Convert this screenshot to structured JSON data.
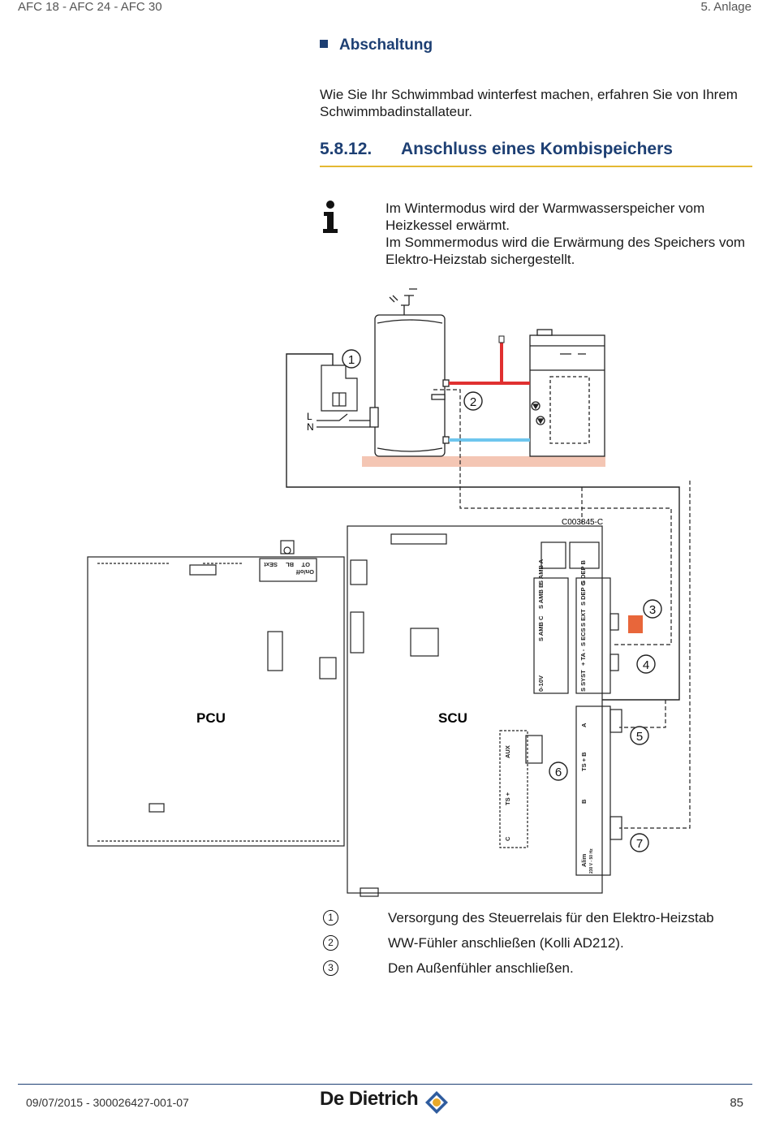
{
  "header": {
    "left": "AFC 18 - AFC 24 - AFC 30",
    "right": "5.  Anlage"
  },
  "section": {
    "title": "Abschaltung",
    "text": "Wie Sie Ihr Schwimmbad winterfest machen, erfahren Sie von Ihrem Schwimmbadinstallateur."
  },
  "subsection": {
    "number": "5.8.12.",
    "title": "Anschluss eines Kombispeichers"
  },
  "info": {
    "icon": "info-icon",
    "line1": "Im Wintermodus wird der Warmwasserspeicher vom",
    "line2": "Heizkessel erwärmt.",
    "line3": "Im Sommermodus wird die Erwärmung des Speichers vom",
    "line4": "Elektro-Heizstab sichergestellt."
  },
  "diagram": {
    "code": "C003845-C",
    "pcu": "PCU",
    "scu": "SCU",
    "label_L": "L",
    "label_N": "N",
    "callouts": [
      "1",
      "2",
      "3",
      "4",
      "5",
      "6",
      "7"
    ],
    "terminals": {
      "t010v": "0-10V",
      "samb_c": "S AMB C",
      "samb_b": "S AMB B",
      "samb_a": "S AMB A",
      "s_syst": "S SYST",
      "ta": "+ TA -",
      "s_ecs": "S ECS",
      "s_ext": "S EXT",
      "s_dep_c": "S DEP C",
      "s_dep_b": "S DEP B",
      "aux": "AUX",
      "ts_c": "TS + ",
      "c_mix": "C",
      "pump_a": "A",
      "ts_b": "TS + B",
      "b_mix": "B",
      "alim": "Alim",
      "alim_v": "230 V - 50 Hz",
      "onoff": "On/off",
      "ot": "OT",
      "bl": "BL",
      "sext": "SExt"
    },
    "colors": {
      "hot": "#e03030",
      "cold": "#6ec6ee",
      "floor": "#f4c6b4",
      "sensor": "#e8663a"
    }
  },
  "legend": [
    {
      "num": "1",
      "text": "Versorgung des Steuerrelais für den Elektro-Heizstab"
    },
    {
      "num": "2",
      "text": "WW-Fühler anschließen (Kolli AD212)."
    },
    {
      "num": "3",
      "text": "Den Außenfühler anschließen."
    }
  ],
  "footer": {
    "left": "09/07/2015 - 300026427-001-07",
    "brand": "De Dietrich",
    "page": "85"
  }
}
